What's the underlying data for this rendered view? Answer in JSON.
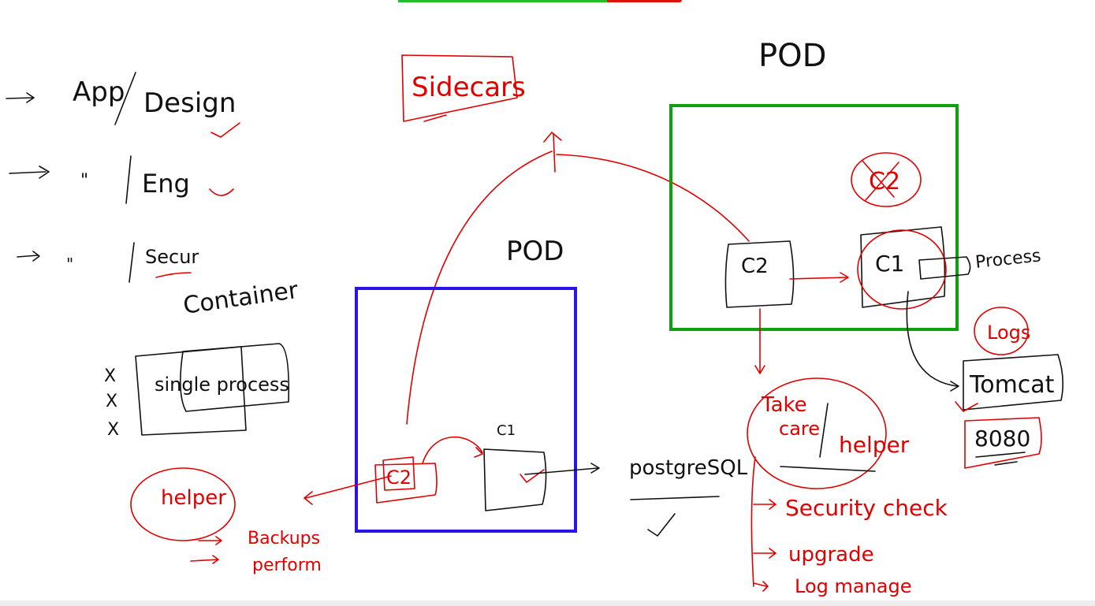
{
  "colors": {
    "ink_black": "#111111",
    "ink_red": "#e00000",
    "pod_box_blue": "#2a13e6",
    "pod_box_green": "#0fa00f",
    "bar_green": "#1fbf2b",
    "bar_red": "#e01010"
  },
  "left_notes": {
    "line1_app": "App",
    "line1_design": "Design",
    "line2_ditto": "\"",
    "line2_eng": "Eng",
    "line3_ditto": "\"",
    "line3_secur": "Secur",
    "container_label": "Container",
    "single_process": "single process",
    "x_marks": [
      "X",
      "X",
      "X"
    ]
  },
  "sidecars_label": "Sidecars",
  "pod_left": {
    "title": "POD",
    "c1_label": "C1",
    "c2_label": "C2",
    "db_label": "postgreSQL"
  },
  "pod_right": {
    "title": "POD",
    "c2_label": "C2",
    "c1_label": "C1",
    "crossed_c2": "C2",
    "process_label": "Process",
    "logs_label": "Logs",
    "tomcat_label": "Tomcat",
    "port_label": "8080"
  },
  "helper_left": {
    "label": "helper",
    "item1": "Backups",
    "item2": "perform"
  },
  "take_care": {
    "label_line1": "Take",
    "label_line2": "care",
    "label_helper": "helper",
    "item1": "Security check",
    "item2": "upgrade",
    "item3": "Log manage"
  }
}
